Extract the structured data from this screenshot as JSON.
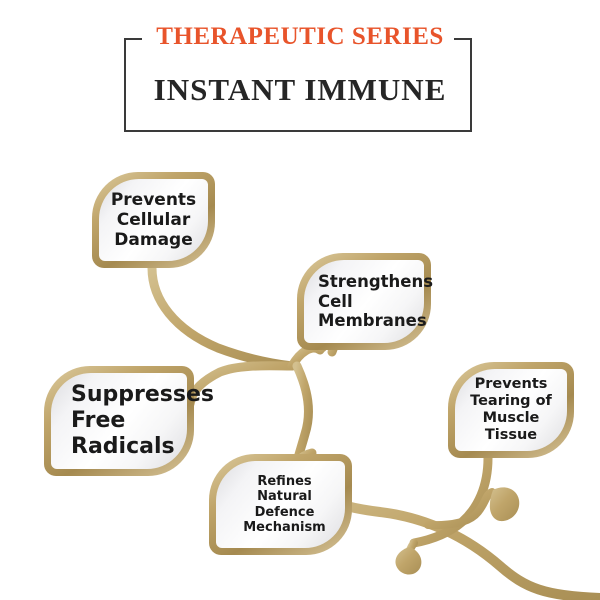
{
  "header": {
    "series_label": "THERAPEUTIC SERIES",
    "product_name": "INSTANT IMMUNE",
    "series_color": "#e8542b",
    "product_color": "#262626",
    "border_color": "#3a3a3a"
  },
  "theme": {
    "background": "#ffffff",
    "vine_color": "#c0a56a",
    "vine_shadow": "#a58a50",
    "leaf_border_color": "#c2a76d",
    "leaf_fill": "#f6f6f8",
    "text_color": "#1a1a1a"
  },
  "diagram": {
    "type": "vine-benefits-diagram",
    "leaves": [
      {
        "id": "prevents-cellular-damage",
        "lines": [
          "Prevents",
          "Cellular",
          "Damage"
        ],
        "text": "Prevents Cellular Damage",
        "align": "center"
      },
      {
        "id": "strengthens-cell-membranes",
        "lines": [
          "Strengthens",
          "Cell",
          "Membranes"
        ],
        "text": "Strengthens Cell Membranes",
        "align": "left"
      },
      {
        "id": "suppresses-free-radicals",
        "lines": [
          "Suppresses",
          "Free",
          "Radicals"
        ],
        "text": "Suppresses Free Radicals",
        "align": "left"
      },
      {
        "id": "prevents-tearing-of-muscle-tissue",
        "lines": [
          "Prevents",
          "Tearing of",
          "Muscle Tissue"
        ],
        "text": "Prevents Tearing of Muscle Tissue",
        "align": "center"
      },
      {
        "id": "refines-natural-defence-mechanism",
        "lines": [
          "Refines",
          "Natural",
          "Defence",
          "Mechanism"
        ],
        "text": "Refines Natural Defence Mechanism",
        "align": "center"
      }
    ],
    "buds": [
      {
        "id": "bud-left",
        "shape": "teardrop",
        "direction": "down-left"
      },
      {
        "id": "bud-right",
        "shape": "teardrop",
        "direction": "up-right"
      }
    ]
  }
}
